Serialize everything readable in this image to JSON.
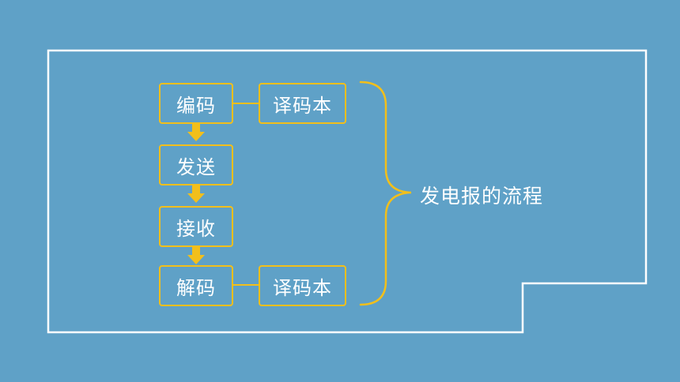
{
  "colors": {
    "background": "#5fa1c7",
    "frame": "#ffffff",
    "accent": "#f2bf1b",
    "text": "#ffffff"
  },
  "steps": [
    {
      "label": "编码"
    },
    {
      "label": "发送"
    },
    {
      "label": "接收"
    },
    {
      "label": "解码"
    }
  ],
  "codebooks": [
    {
      "label": "译码本",
      "linked_step": "编码"
    },
    {
      "label": "译码本",
      "linked_step": "解码"
    }
  ],
  "conclusion": {
    "label": "发电报的流程"
  },
  "icons": [
    "down-arrow-icon",
    "brace-icon"
  ]
}
